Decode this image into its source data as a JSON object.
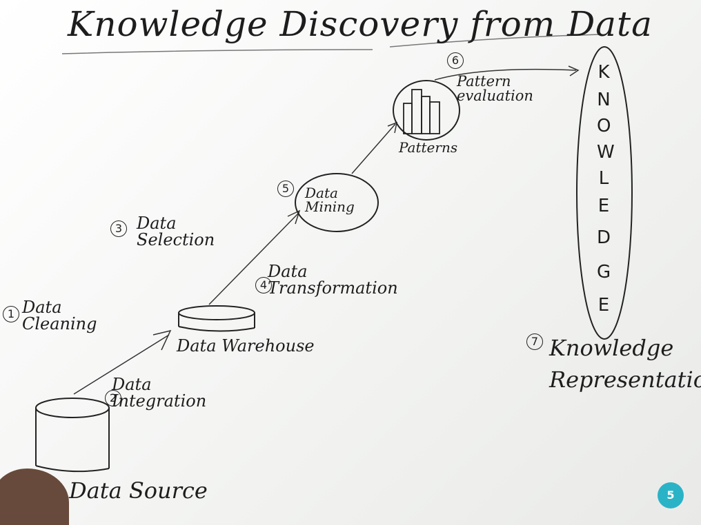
{
  "title": "Knowledge Discovery from Data",
  "steps": [
    {
      "num": "1",
      "label": "Data Cleaning"
    },
    {
      "num": "2",
      "label": "Data Integration"
    },
    {
      "num": "3",
      "label": "Data Selection"
    },
    {
      "num": "4",
      "label": "Data Transformation"
    },
    {
      "num": "5",
      "label": "Data Mining"
    },
    {
      "num": "6",
      "label": "Pattern evaluation"
    },
    {
      "num": "7",
      "label": "Knowledge Representation"
    }
  ],
  "nodes": {
    "data_source": "Data Source",
    "data_warehouse": "Data Warehouse",
    "patterns": "Patterns"
  },
  "knowledge_letters": [
    "K",
    "N",
    "O",
    "W",
    "L",
    "E",
    "D",
    "G",
    "E"
  ],
  "logo_text": "5",
  "colors": {
    "ink": "#1d1d1d",
    "board": "#f4f5f3",
    "logo": "#2ab3c7"
  }
}
